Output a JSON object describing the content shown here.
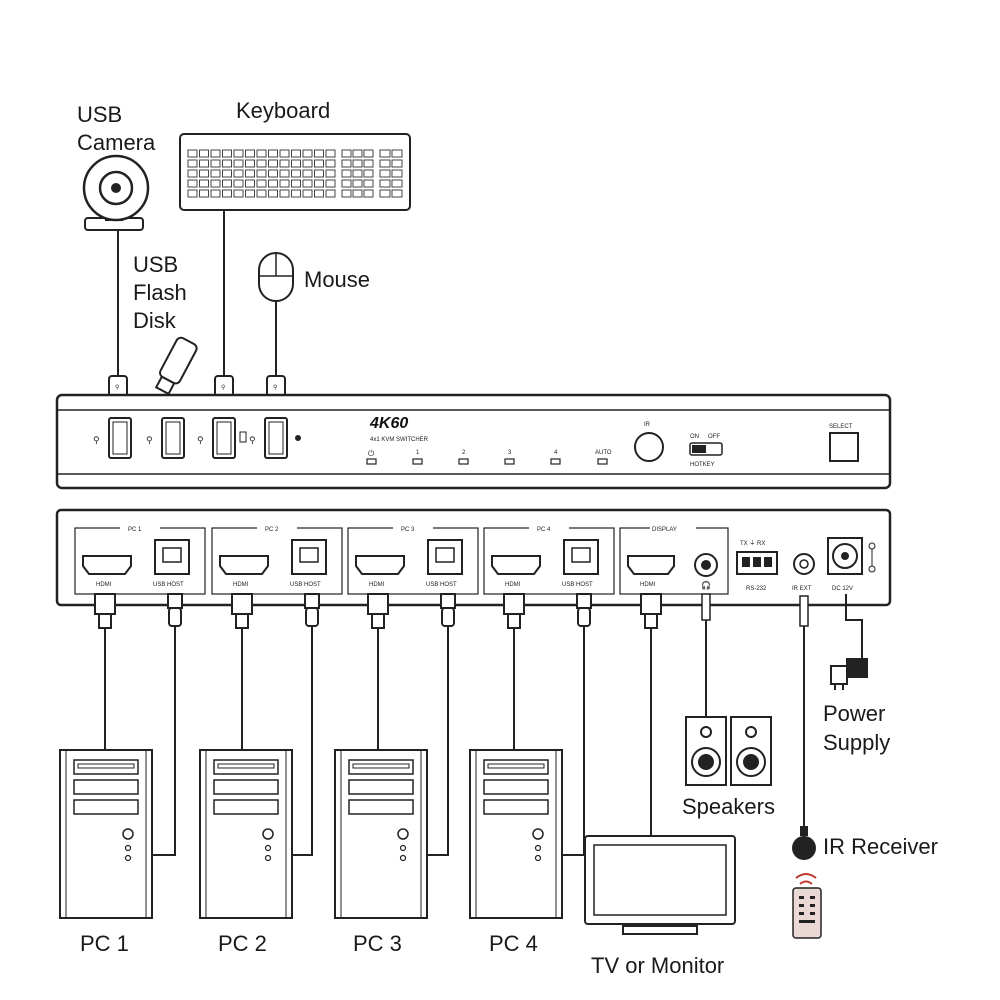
{
  "devices": {
    "usb_camera": "USB\nCamera",
    "keyboard": "Keyboard",
    "usb_flash_disk": "USB\nFlash\nDisk",
    "mouse": "Mouse",
    "power_supply": "Power\nSupply",
    "speakers": "Speakers",
    "ir_receiver": "IR Receiver",
    "tv_monitor": "TV or Monitor",
    "pcs": [
      "PC 1",
      "PC 2",
      "PC 3",
      "PC 4"
    ]
  },
  "front_panel": {
    "model": "4K60",
    "subtitle": "4x1 KVM SWITCHER",
    "leds": [
      "1",
      "2",
      "3",
      "4",
      "AUTO"
    ],
    "ir_label": "IR",
    "switch_on": "ON",
    "switch_off": "OFF",
    "hotkey_label": "HOTKEY",
    "select_label": "SELECT"
  },
  "rear_panel": {
    "groups": [
      "PC 1",
      "PC 2",
      "PC 3",
      "PC 4"
    ],
    "display_label": "DISPLAY",
    "hdmi_label": "HDMI",
    "usb_host_label": "USB HOST",
    "rs232_label": "RS-232",
    "rs232_pins": "TX ⏚ RX",
    "ir_ext_label": "IR EXT",
    "dc_label": "DC 12V"
  }
}
